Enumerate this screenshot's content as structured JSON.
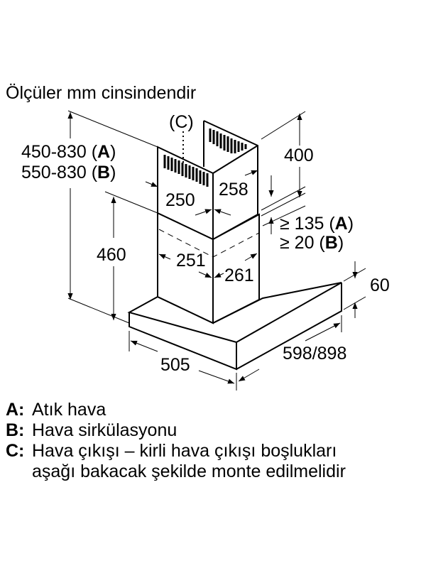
{
  "title": "Ölçüler mm cinsindendir",
  "dimensions": {
    "label_c": "(C)",
    "height_a": "450-830 (A)",
    "height_a_value": "450-830",
    "height_a_key": "A",
    "height_b_value": "550-830",
    "height_b_key": "B",
    "upper_chimney_height": "400",
    "upper_chimney_width": "250",
    "upper_chimney_depth": "258",
    "lower_chimney_height": "460",
    "lower_chimney_width": "251",
    "lower_chimney_depth": "261",
    "clearance_a_value": "≥ 135",
    "clearance_a_key": "A",
    "clearance_b_value": "≥ 20",
    "clearance_b_key": "B",
    "hood_thickness": "60",
    "hood_depth": "505",
    "hood_width": "598/898"
  },
  "legend": [
    {
      "key": "A:",
      "text": "Atık hava"
    },
    {
      "key": "B:",
      "text": "Hava sirkülasyonu"
    },
    {
      "key": "C:",
      "text": "Hava çıkışı – kirli hava çıkışı boşlukları"
    },
    {
      "key": "",
      "text": "aşağı bakacak şekilde monte edilmelidir"
    }
  ]
}
